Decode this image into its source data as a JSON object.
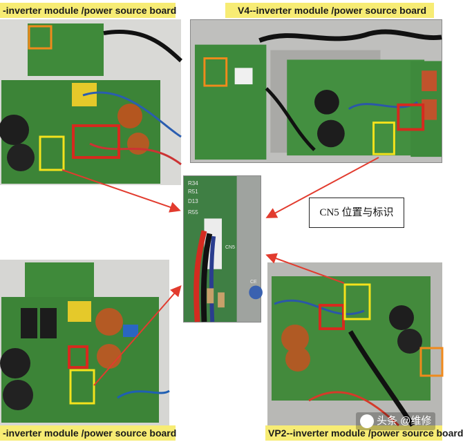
{
  "captions": {
    "top_left": "-inverter module /power source board",
    "top_right": "V4--inverter module /power source board",
    "bottom_left": "-inverter module /power source board",
    "bottom_right": "VP2--inverter module /power source board"
  },
  "center_label": "CN5 位置与标识",
  "closeup_silkscreen": {
    "r34": "R34",
    "r51": "R51",
    "d13": "D13",
    "r55": "R55",
    "cn5": "CN5",
    "ce": "CE"
  },
  "watermark": "头条 @维修",
  "colors": {
    "caption_bg": "#f7ec74",
    "arrow": "#e23b2e",
    "highlight_yellow": "#f4e21c",
    "highlight_red": "#d62a1e",
    "highlight_orange": "#f08a1c",
    "pcb_green": "#3f8a3a"
  }
}
